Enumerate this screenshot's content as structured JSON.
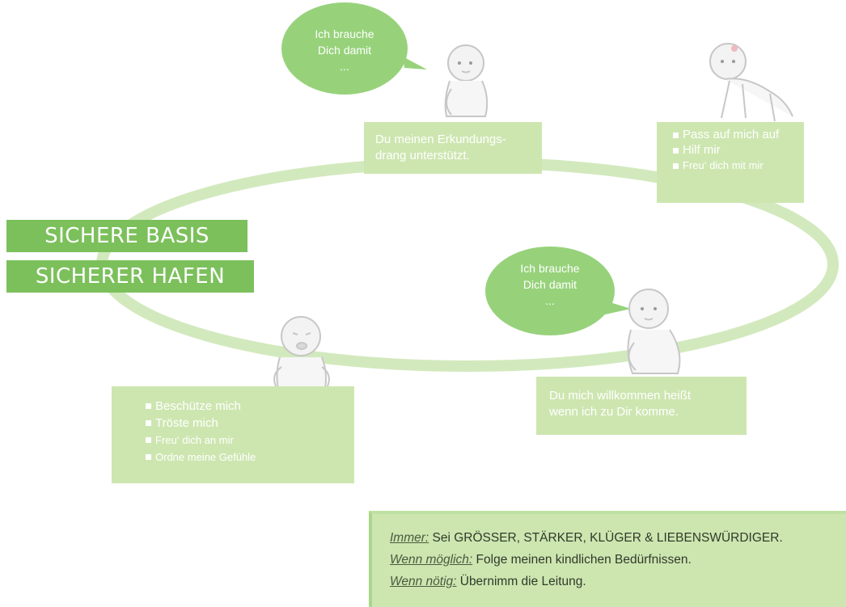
{
  "bubble_top": {
    "line1": "Ich brauche",
    "line2": "Dich damit",
    "line3": "..."
  },
  "bubble_right": {
    "line1": "Ich brauche",
    "line2": "Dich damit",
    "line3": "..."
  },
  "box_top": {
    "line1": "Du meinen Erkundungs-",
    "line2": "drang unterstützt."
  },
  "box_right": {
    "items": [
      "Pass auf mich auf",
      "Hilf mir",
      "Freu‘ dich mit mir"
    ]
  },
  "box_bottom_left": {
    "items": [
      "Beschütze mich",
      "Tröste mich",
      "Freu‘ dich an mir",
      "Ordne meine Gefühle"
    ]
  },
  "box_bottom_right": {
    "line1": "Du mich willkommen heißt",
    "line2": "wenn ich zu Dir komme."
  },
  "labels": {
    "secure_base": "SICHERE BASIS",
    "safe_haven": "SICHERER HAFEN"
  },
  "rules": {
    "always_key": "Immer:",
    "always_text": " Sei GRÖSSER, STÄRKER, KLÜGER & LIEBENSWÜRDIGER.",
    "possible_key": "Wenn möglich:",
    "possible_text": " Folge meinen kindlichen Bedürfnissen.",
    "necessary_key": "Wenn nötig:",
    "necessary_text": " Übernimm die Leitung."
  },
  "colors": {
    "box_fill": "#cde6b0",
    "label_fill": "#7cc05c",
    "ring": "#d2e9bd",
    "bubble": "#97d27b"
  },
  "icons": [
    "baby-sitting-icon",
    "baby-crawling-icon",
    "baby-crying-icon",
    "baby-sitting-icon"
  ]
}
